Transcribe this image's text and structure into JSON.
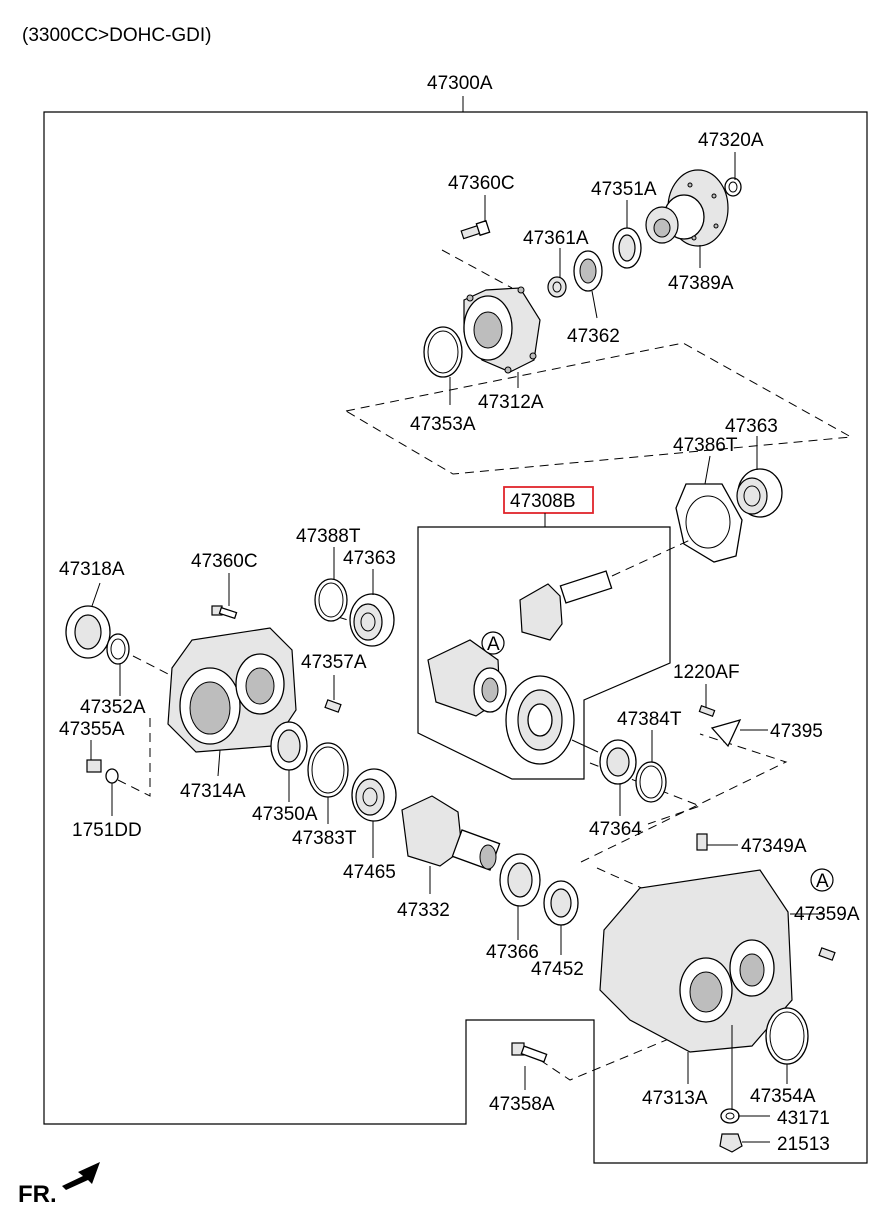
{
  "header": {
    "engine_note": "(3300CC>DOHC-GDI)"
  },
  "assembly_label": "47300A",
  "highlighted_part": "47308B",
  "ref_marker": "A",
  "direction_label": "FR.",
  "parts": {
    "p47320A": "47320A",
    "p47360C_top": "47360C",
    "p47351A": "47351A",
    "p47361A": "47361A",
    "p47389A": "47389A",
    "p47362": "47362",
    "p47312A": "47312A",
    "p47353A": "47353A",
    "p47363_top": "47363",
    "p47386T": "47386T",
    "p47308B": "47308B",
    "p47388T": "47388T",
    "p47363_mid": "47363",
    "p47318A": "47318A",
    "p47360C_mid": "47360C",
    "p47357A": "47357A",
    "p1220AF": "1220AF",
    "p47352A": "47352A",
    "p47355A": "47355A",
    "p47384T": "47384T",
    "p47395": "47395",
    "p47314A": "47314A",
    "p47350A": "47350A",
    "p47383T": "47383T",
    "p47364": "47364",
    "p1751DD": "1751DD",
    "p47349A": "47349A",
    "p47465": "47465",
    "p47332": "47332",
    "p47359A": "47359A",
    "p47366": "47366",
    "p47452": "47452",
    "p47358A": "47358A",
    "p47313A": "47313A",
    "p47354A": "47354A",
    "p43171": "43171",
    "p21513": "21513"
  }
}
